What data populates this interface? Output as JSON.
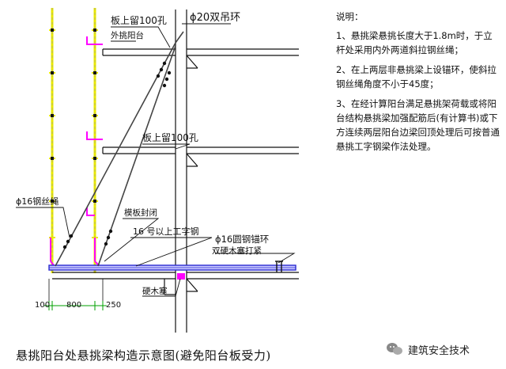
{
  "labels": {
    "hole_top": "板上留100孔",
    "double_ring": "ϕ20双吊环",
    "cantilever_balcony": "外挑阳台",
    "hole_mid": "板上留100孔",
    "wire_rope": "ϕ16钢丝绳",
    "formwork_seal": "模板封闭",
    "i_beam": "16 号以上工字钢",
    "round_ring": "ϕ16圆钢锚环",
    "hardwood_wedge": "双硬木塞打紧",
    "hardwood_plug": "硬木塞"
  },
  "dimensions": {
    "d1": "100",
    "d2": "800",
    "d3": "250"
  },
  "notes": {
    "heading": "说明：",
    "items": [
      "1、悬挑梁悬挑长度大于1.8m时，于立杆处采用内外两道斜拉钢丝绳；",
      "2、在上两层非悬挑梁上设锚环，使斜拉钢丝绳角度不小于45度；",
      "3、在经计算阳台满足悬挑架荷载或将阳台结构悬挑梁加强配筋后(有计算书)或下方连续两层阳台边梁回顶处理后可按普通悬挑工字钢梁作法处理。"
    ]
  },
  "caption": "悬挑阳台处悬挑梁构造示意图(避免阳台板受力)",
  "watermark": "建筑安全技术",
  "colors": {
    "scaffold_yellow": "#e8e800",
    "tie_magenta": "#ff00ff",
    "beam_blue": "#2a2ad0",
    "dim_green": "#00a000"
  }
}
